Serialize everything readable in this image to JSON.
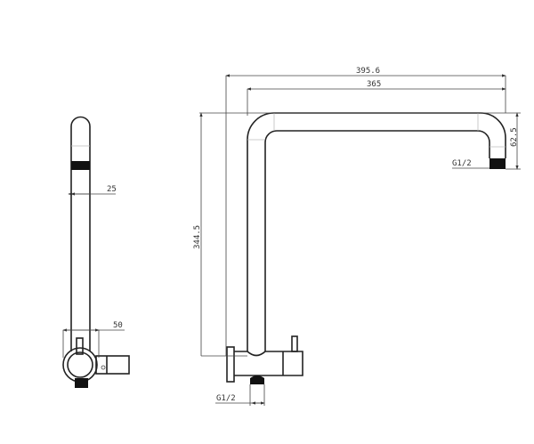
{
  "dimensions": {
    "side_pipe_diameter": "25",
    "side_base_width": "50",
    "overall_width": "395.6",
    "arm_reach": "365",
    "height": "344.5",
    "drop": "62.5",
    "outlet_thread": "G1/2",
    "inlet_thread": "G1/2"
  }
}
